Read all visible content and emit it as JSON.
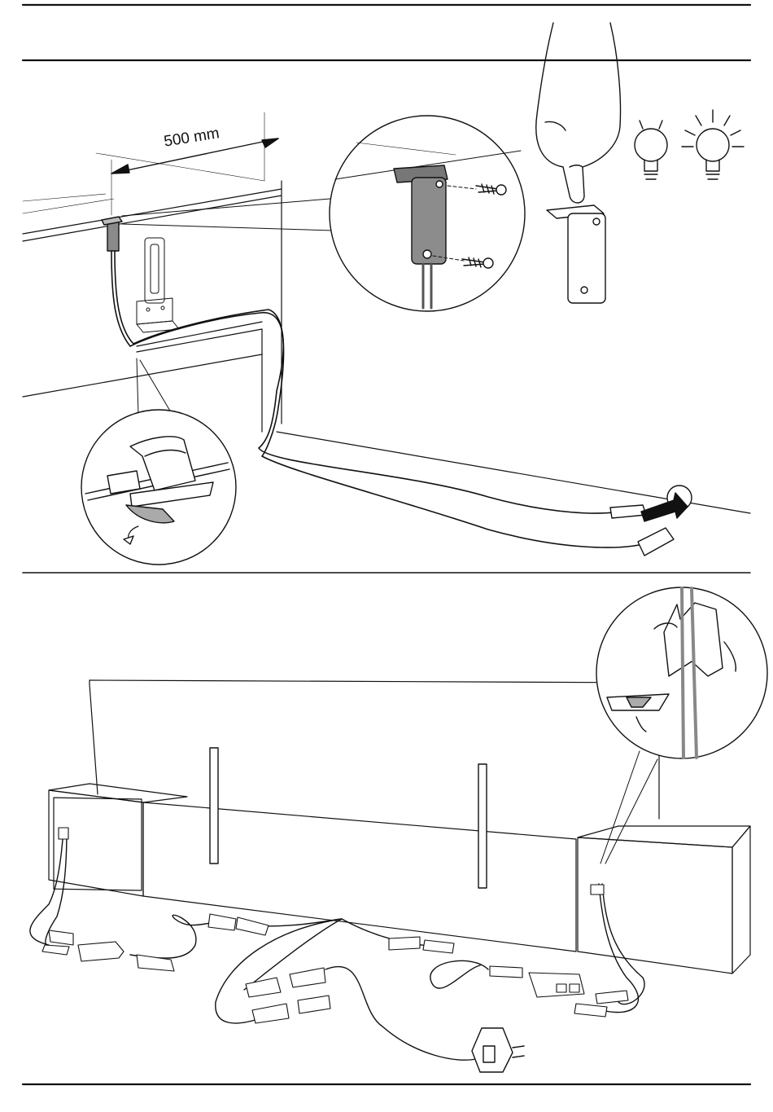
{
  "dimension": {
    "label": "500 mm"
  },
  "steps": [
    {
      "name": "mount-motion-sensor"
    },
    {
      "name": "connect-cables-behind-bed"
    }
  ]
}
